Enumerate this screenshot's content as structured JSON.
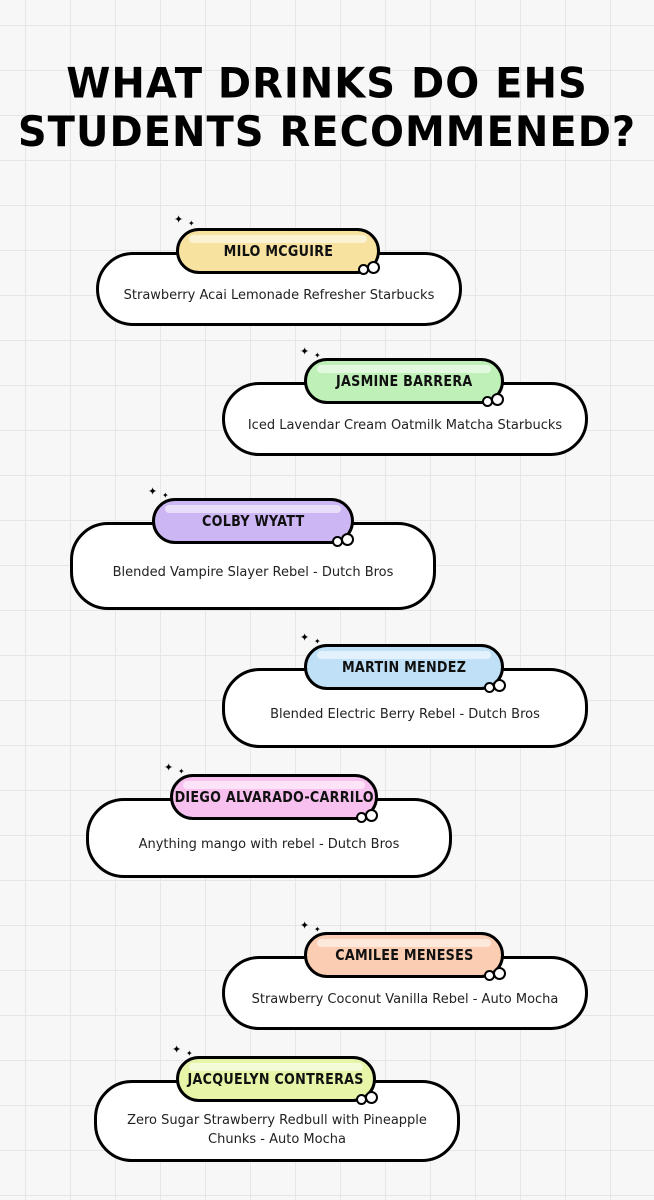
{
  "title_line1": "WHAT DRINKS DO EHS",
  "title_line2": "STUDENTS RECOMMENED?",
  "entries": [
    {
      "name": "MILO MCGUIRE",
      "drink": "Strawberry Acai Lemonade Refresher  Starbucks",
      "color": "#f7e2a0"
    },
    {
      "name": "JASMINE BARRERA",
      "drink": "Iced Lavendar Cream Oatmilk Matcha Starbucks",
      "color": "#bff0b8"
    },
    {
      "name": "COLBY WYATT",
      "drink": "Blended Vampire Slayer Rebel - Dutch Bros",
      "color": "#cdb6f4"
    },
    {
      "name": "MARTIN MENDEZ",
      "drink": "Blended Electric Berry Rebel - Dutch Bros",
      "color": "#bfe0f7"
    },
    {
      "name": "DIEGO ALVARADO-CARRILO",
      "drink": "Anything mango with rebel - Dutch Bros",
      "color": "#f8c0ee"
    },
    {
      "name": "CAMILEE MENESES",
      "drink": "Strawberry Coconut Vanilla Rebel - Auto Mocha",
      "color": "#fbcdb2"
    },
    {
      "name": "JACQUELYN CONTRERAS",
      "drink": "Zero Sugar Strawberry Redbull with Pineapple Chunks - Auto Mocha",
      "color": "#e6f5a8"
    }
  ]
}
